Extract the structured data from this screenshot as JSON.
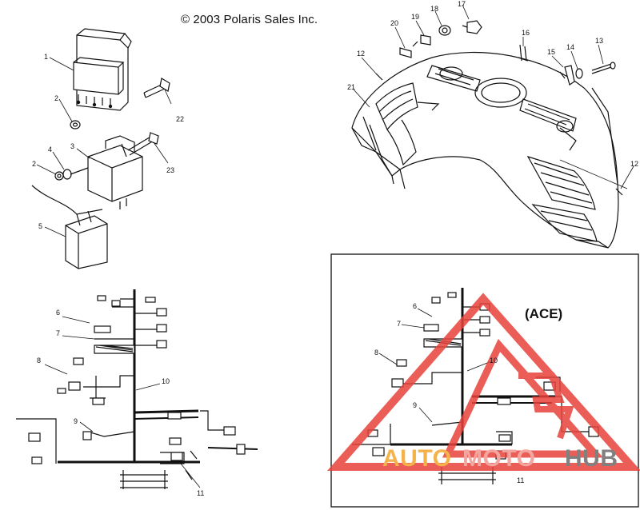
{
  "header": {
    "copyright": "© 2003 Polaris Sales Inc."
  },
  "inset": {
    "label": "(ACE)"
  },
  "watermark": {
    "word_a": "AUTO",
    "word_b": "MOTO",
    "word_c": "HUB",
    "color_a": "#f6b24a",
    "color_b": "#f3a6a0",
    "color_c": "#808080",
    "triangle_color": "#e8423a"
  },
  "callouts": {
    "top_left": [
      "1",
      "2",
      "22",
      "3",
      "4",
      "2",
      "23",
      "5"
    ],
    "top_right": [
      "20",
      "19",
      "18",
      "17",
      "16",
      "15",
      "14",
      "13",
      "12",
      "21",
      "12"
    ],
    "harness_left": [
      "6",
      "7",
      "8",
      "10",
      "9",
      "11"
    ],
    "harness_inset": [
      "6",
      "7",
      "8",
      "10",
      "9",
      "11"
    ]
  }
}
